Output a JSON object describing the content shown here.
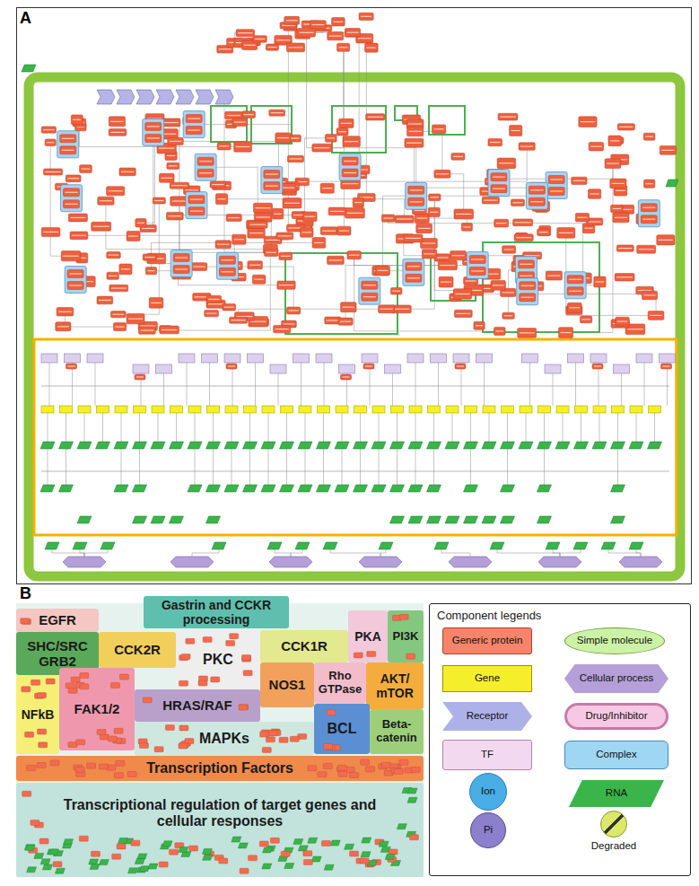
{
  "diagram": {
    "nodes": [
      {
        "text": [
          "Gastrin and CCKR processing"
        ]
      },
      {
        "text": [
          "EGFR"
        ]
      },
      {
        "text": [
          "CCK2R"
        ]
      },
      {
        "text": [
          "CCK1R"
        ]
      },
      {
        "text": [
          "PKA"
        ]
      },
      {
        "text": [
          "PI3K"
        ]
      },
      {
        "text": [
          "SHC/SRC GRB2"
        ]
      },
      {
        "text": [
          "PKC"
        ]
      },
      {
        "text": [
          "NOS1"
        ]
      },
      {
        "text": [
          "Rho GTPase"
        ]
      },
      {
        "text": [
          "AKT/ mTOR"
        ]
      },
      {
        "text": [
          "NFkB"
        ]
      },
      {
        "text": [
          "FAK1/2"
        ]
      },
      {
        "text": [
          "HRAS/RAF"
        ]
      },
      {
        "text": [
          "MAPKs"
        ]
      },
      {
        "text": [
          "BCL"
        ]
      },
      {
        "text": [
          "Beta-catenin"
        ]
      },
      {
        "text": [
          "Transcription Factors"
        ]
      },
      {
        "text": [
          "Transcriptional regulation of target genes and cellular responses"
        ]
      },
      {
        "text": [
          "Component legends"
        ]
      }
    ],
    "labels": [
      "A",
      "B"
    ],
    "legend": [
      {
        "text": "Generic protein",
        "color": "#f4846a"
      },
      {
        "text": "Simple molecule",
        "color": "#ccf2a6"
      },
      {
        "text": "Gene",
        "color": "#f5ee2a"
      },
      {
        "text": "Cellular process",
        "color": "#b49fd9"
      },
      {
        "text": "Receptor",
        "color": "#aeb0e8"
      },
      {
        "text": "Drug/Inhibitor",
        "color": "#f7c8e4"
      },
      {
        "text": "TF",
        "color": "#f3d9ef"
      },
      {
        "text": "Complex",
        "color": "#9fd6f2"
      },
      {
        "text": "Ion",
        "color": "#49aee6"
      },
      {
        "text": "RNA",
        "color": "#39b54a"
      },
      {
        "text": "Pi",
        "color": "#8c7fcc"
      },
      {
        "text": "Degraded",
        "color": "#dbe86a"
      }
    ]
  }
}
